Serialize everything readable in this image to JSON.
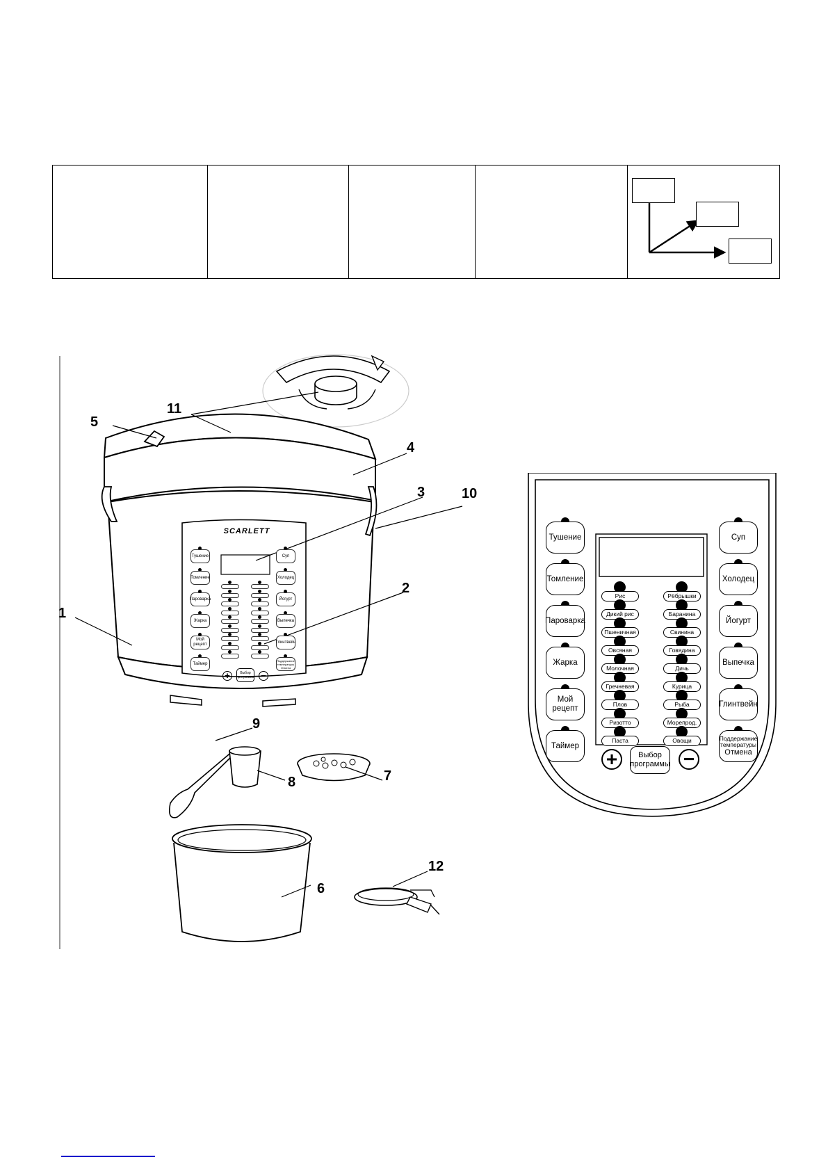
{
  "diagram": {
    "brand": "SCARLETT",
    "callouts": [
      "1",
      "2",
      "3",
      "4",
      "5",
      "6",
      "7",
      "8",
      "9",
      "10",
      "11",
      "12"
    ]
  },
  "panel": {
    "left_buttons": [
      "Тушение",
      "Томление",
      "Пароварка",
      "Жарка",
      "Мой рецепт",
      "Таймер"
    ],
    "right_buttons": [
      "Суп",
      "Холодец",
      "Йогурт",
      "Выпечка",
      "Глинтвейн"
    ],
    "keep_warm_cancel": [
      "Поддержание температуры",
      "Отмена"
    ],
    "left_programs": [
      "Рис",
      "Дикий рис",
      "Пшеничная",
      "Овсяная",
      "Молочная",
      "Гречневая",
      "Плов",
      "Ризотто",
      "Паста"
    ],
    "right_programs": [
      "Рёбрышки",
      "Баранина",
      "Свинина",
      "Говядина",
      "Дичь",
      "Курица",
      "Рыба",
      "Морепрод.",
      "Овощи"
    ],
    "plus_label": "+",
    "minus_label": "−",
    "select_program": "Выбор программы"
  },
  "mini_panel": {
    "left_buttons": [
      "Тушение",
      "Томление",
      "Пароварка",
      "Жарка",
      "Мой рецепт",
      "Таймер"
    ],
    "right_buttons": [
      "Суп",
      "Холодец",
      "Йогурт",
      "Выпечка",
      "Глинтвейн",
      "Поддержание температуры Отмена"
    ],
    "select_program": "Выбор программы"
  }
}
